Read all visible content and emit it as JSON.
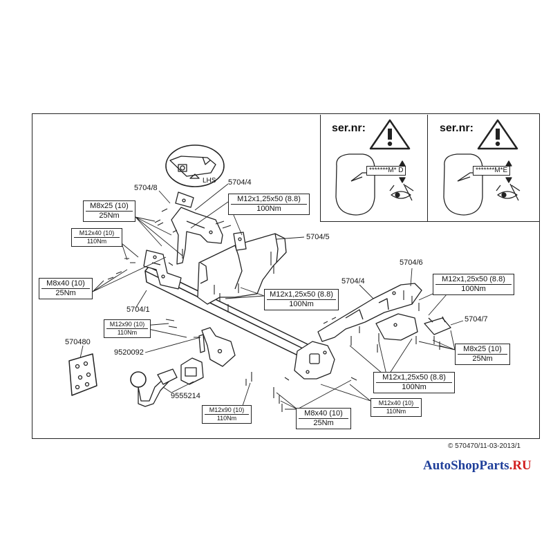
{
  "serial": {
    "title_left": "ser.nr:",
    "title_right": "ser.nr:",
    "code_left": "*******M* D",
    "code_right": "*******M*E"
  },
  "detail": {
    "lhs": "LHS"
  },
  "parts": {
    "p5704_8": "5704/8",
    "p5704_4a": "5704/4",
    "p5704_5": "5704/5",
    "p5704_6": "5704/6",
    "p5704_4b": "5704/4",
    "p5704_7": "5704/7",
    "p5704_1": "5704/1",
    "p570480": "570480",
    "p9520092": "9520092",
    "p9555214": "9555214"
  },
  "torque": {
    "m8x25_left": {
      "bolt": "M8x25 (10)",
      "nm": "25Nm"
    },
    "m12x40_left": {
      "bolt": "M12x40 (10)",
      "nm": "110Nm"
    },
    "m8x40_left": {
      "bolt": "M8x40 (10)",
      "nm": "25Nm"
    },
    "m12x125_top": {
      "bolt": "M12x1,25x50 (8.8)",
      "nm": "100Nm"
    },
    "m12x125_mid": {
      "bolt": "M12x1,25x50 (8.8)",
      "nm": "100Nm"
    },
    "m12x125_right": {
      "bolt": "M12x1,25x50 (8.8)",
      "nm": "100Nm"
    },
    "m12x90_left": {
      "bolt": "M12x90 (10)",
      "nm": "110Nm"
    },
    "m8x25_right": {
      "bolt": "M8x25 (10)",
      "nm": "25Nm"
    },
    "m12x125_bottom": {
      "bolt": "M12x1,25x50 (8.8)",
      "nm": "100Nm"
    },
    "m12x40_right": {
      "bolt": "M12x40 (10)",
      "nm": "110Nm"
    },
    "m8x40_bottom": {
      "bolt": "M8x40 (10)",
      "nm": "25Nm"
    },
    "m12x90_bottom": {
      "bolt": "M12x90 (10)",
      "nm": "110Nm"
    }
  },
  "footer": {
    "doc_ref": "© 570470/11-03-2013/1",
    "brand_main": "AutoShopParts",
    "brand_suffix": ".RU"
  }
}
